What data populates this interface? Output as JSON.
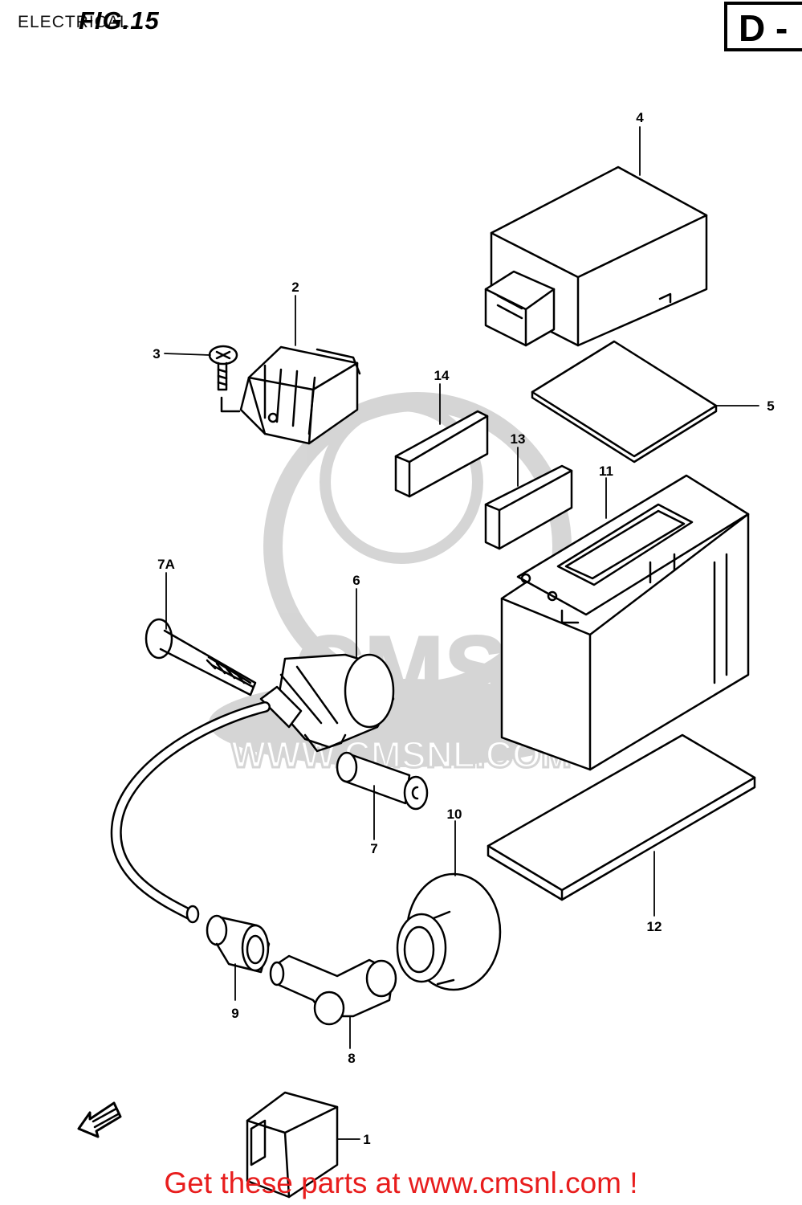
{
  "header": {
    "section_title": "ELECTRICAL",
    "figure_label": "FIG.15",
    "tab_label": "D -"
  },
  "watermark": {
    "text": "CMS",
    "url": "WWW.CMSNL.COM"
  },
  "callouts": {
    "c1": "1",
    "c2": "2",
    "c3": "3",
    "c4": "4",
    "c5": "5",
    "c6": "6",
    "c7": "7",
    "c7a": "7A",
    "c8": "8",
    "c9": "9",
    "c10": "10",
    "c11": "11",
    "c12": "12",
    "c13": "13",
    "c14": "14"
  },
  "footer": {
    "text": "Get these parts at www.cmsnl.com !"
  }
}
